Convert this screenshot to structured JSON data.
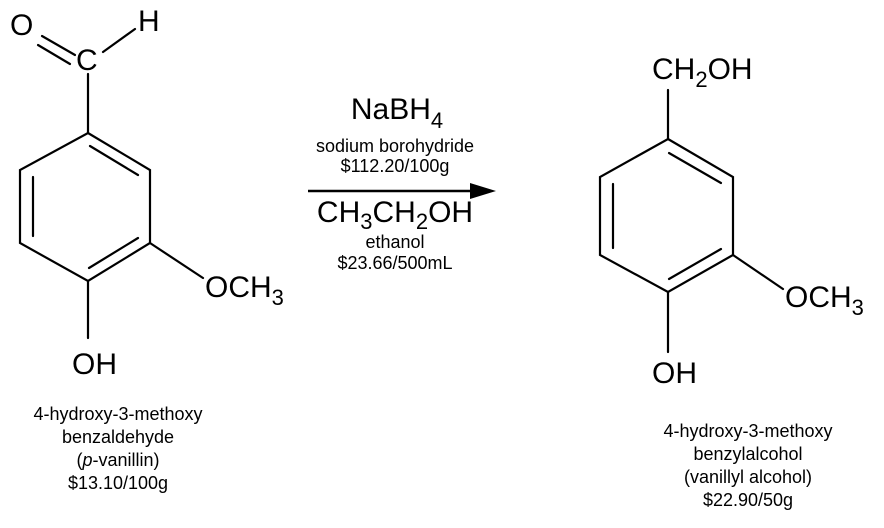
{
  "reactant": {
    "atoms": {
      "o_carbonyl": "O",
      "c_aldehyde": "C",
      "h_aldehyde": "H",
      "methoxy_o": "OCH",
      "methoxy_sub": "3",
      "hydroxyl": "OH"
    },
    "caption": {
      "line1": "4-hydroxy-3-methoxy",
      "line2": "benzaldehyde",
      "line3_open": "(",
      "line3_italic": "p",
      "line3_rest": "-vanillin)",
      "line4": "$13.10/100g"
    }
  },
  "reagents": {
    "reagent1_formula": "NaBH",
    "reagent1_sub": "4",
    "reagent1_name": "sodium borohydride",
    "reagent1_price": "$112.20/100g",
    "solvent_formula_a": "CH",
    "solvent_sub_a": "3",
    "solvent_formula_b": "CH",
    "solvent_sub_b": "2",
    "solvent_formula_c": "OH",
    "solvent_name": "ethanol",
    "solvent_price": "$23.66/500mL"
  },
  "product": {
    "atoms": {
      "ch2oh_a": "CH",
      "ch2oh_sub": "2",
      "ch2oh_b": "OH",
      "methoxy_o": "OCH",
      "methoxy_sub": "3",
      "hydroxyl": "OH"
    },
    "caption": {
      "line1": "4-hydroxy-3-methoxy",
      "line2": "benzylalcohol",
      "line3": "(vanillyl alcohol)",
      "line4": "$22.90/50g"
    }
  }
}
